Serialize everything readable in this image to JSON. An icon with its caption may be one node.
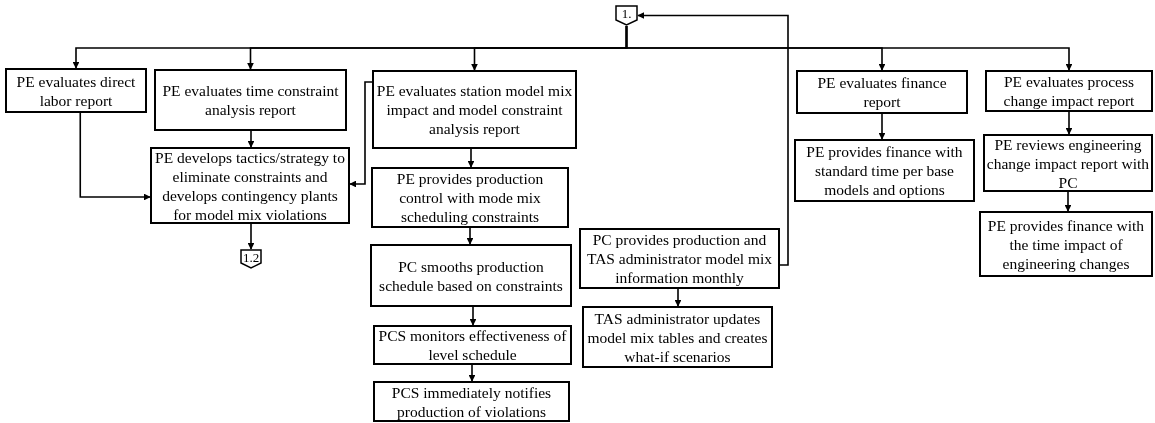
{
  "diagram": {
    "nodes": [
      {
        "text": [
          "1."
        ]
      },
      {
        "text": [
          "PE evaluates direct labor report"
        ]
      },
      {
        "text": [
          "PE evaluates time constraint analysis report"
        ]
      },
      {
        "text": [
          "PE evaluates station model mix impact and model constraint analysis report"
        ]
      },
      {
        "text": [
          "PE develops tactics/strategy to eliminate constraints and develops contingency plants for model mix violations"
        ]
      },
      {
        "text": [
          "1.2"
        ]
      },
      {
        "text": [
          "PE provides production control with mode mix scheduling constraints"
        ]
      },
      {
        "text": [
          "PC smooths production schedule based on constraints"
        ]
      },
      {
        "text": [
          "PCS monitors effectiveness of level schedule"
        ]
      },
      {
        "text": [
          "PCS immediately notifies production of violations"
        ]
      },
      {
        "text": [
          "PC provides production and TAS administrator model mix information monthly"
        ]
      },
      {
        "text": [
          "TAS administrator updates model mix tables and creates what-if scenarios"
        ]
      },
      {
        "text": [
          "PE evaluates finance report"
        ]
      },
      {
        "text": [
          "PE provides finance with standard time per base models and options"
        ]
      },
      {
        "text": [
          "PE evaluates process change impact report"
        ]
      },
      {
        "text": [
          "PE reviews engineering change impact report with PC"
        ]
      },
      {
        "text": [
          "PE provides finance with the time impact of engineering changes"
        ]
      }
    ],
    "edges": [
      {
        "from": 0,
        "to": 1,
        "arrow": "to"
      },
      {
        "from": 0,
        "to": 2,
        "arrow": "to"
      },
      {
        "from": 0,
        "to": 3,
        "arrow": "to"
      },
      {
        "from": 0,
        "to": 12,
        "arrow": "to"
      },
      {
        "from": 0,
        "to": 14,
        "arrow": "to"
      },
      {
        "from": 1,
        "to": 4,
        "arrow": "to"
      },
      {
        "from": 2,
        "to": 4,
        "arrow": "to"
      },
      {
        "from": 3,
        "to": 4,
        "arrow": "to"
      },
      {
        "from": 4,
        "to": 5,
        "arrow": "to"
      },
      {
        "from": 3,
        "to": 6,
        "arrow": "to"
      },
      {
        "from": 6,
        "to": 7,
        "arrow": "to"
      },
      {
        "from": 7,
        "to": 8,
        "arrow": "to"
      },
      {
        "from": 8,
        "to": 9,
        "arrow": "to"
      },
      {
        "from": 10,
        "to": 0,
        "arrow": "to"
      },
      {
        "from": 10,
        "to": 11,
        "arrow": "to"
      },
      {
        "from": 12,
        "to": 13,
        "arrow": "to"
      },
      {
        "from": 14,
        "to": 15,
        "arrow": "to"
      },
      {
        "from": 15,
        "to": 16,
        "arrow": "to"
      }
    ]
  }
}
